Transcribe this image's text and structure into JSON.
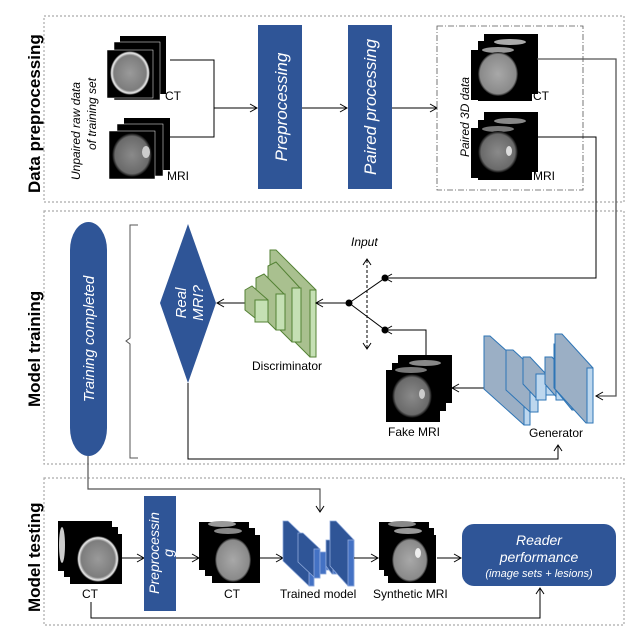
{
  "sections": {
    "data_preprocessing": "Data preprocessing",
    "model_training": "Model training",
    "model_testing": "Model testing"
  },
  "preprocessing_section": {
    "raw_data_line1": "Unpaired raw data",
    "raw_data_line2": "of training set",
    "ct_label": "CT",
    "mri_label": "MRI",
    "preprocessing_block": "Preprocessing",
    "paired_processing_block": "Paired processing",
    "paired_data_label": "Paired 3D data",
    "paired_ct_label": "CT",
    "paired_mri_label": "MRI"
  },
  "training_section": {
    "training_completed": "Training completed",
    "decision_line1": "Real",
    "decision_line2": "MRI?",
    "discriminator_label": "Discriminator",
    "input_label": "Input",
    "fake_mri_label": "Fake MRI",
    "generator_label": "Generator"
  },
  "testing_section": {
    "ct_label": "CT",
    "preprocessing_line1": "Preprocessin",
    "preprocessing_line2": "g",
    "ct_processed_label": "CT",
    "trained_model_label": "Trained model",
    "synthetic_mri_label": "Synthetic MRI",
    "reader_line1": "Reader",
    "reader_line2": "performance",
    "reader_line3": "(image sets + lesions)"
  },
  "colors": {
    "block_blue": "#2f5597",
    "discriminator_green": "#c5e0b4",
    "generator_blue": "#bdd7ee"
  }
}
